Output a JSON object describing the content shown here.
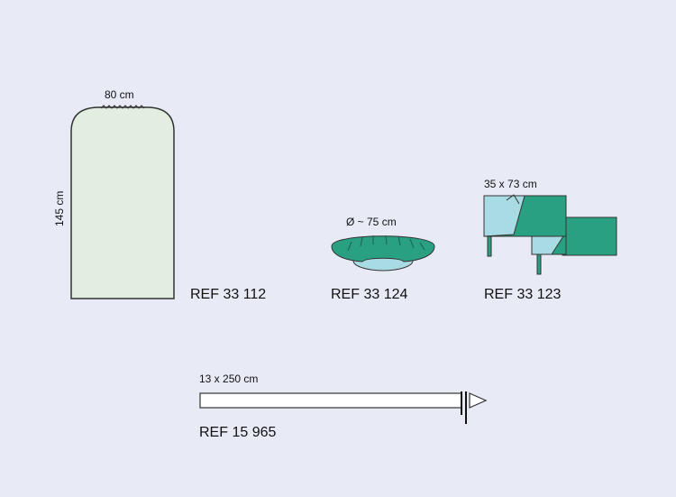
{
  "items": [
    {
      "ref": "REF 33 112",
      "width_label": "80 cm",
      "height_label": "145 cm"
    },
    {
      "ref": "REF 33 124",
      "diameter_label": "Ø ~ 75 cm"
    },
    {
      "ref": "REF 33 123",
      "size_label": "35 x 73 cm"
    },
    {
      "ref": "REF 15 965",
      "size_label": "13 x 250 cm"
    }
  ],
  "colors": {
    "background": "#e8eaf6",
    "drape_pale_green": "#e2efe0",
    "drape_teal": "#2aa082",
    "drape_light_blue": "#a9dbe4",
    "outline": "#222222"
  }
}
